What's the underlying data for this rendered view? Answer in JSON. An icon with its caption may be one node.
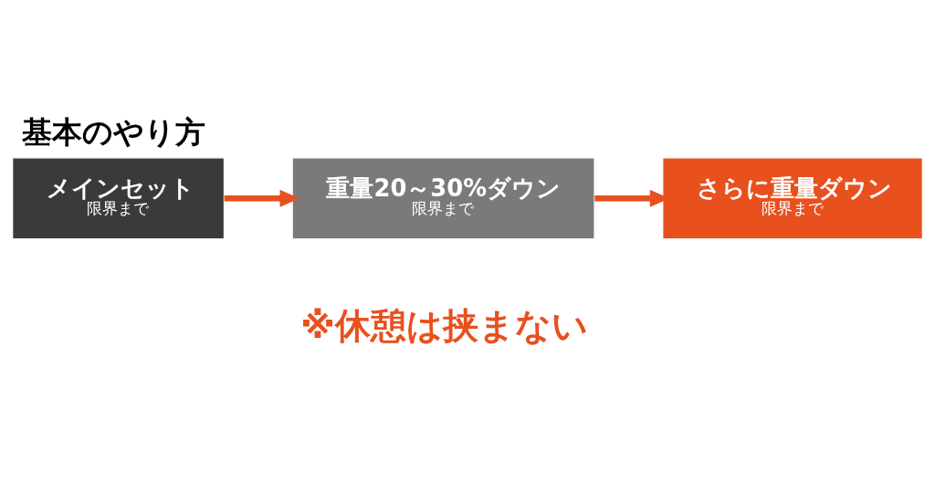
{
  "diagram": {
    "title": "基本のやり方",
    "nodes": [
      {
        "text": [
          "メインセット",
          "限界まで"
        ]
      },
      {
        "text": [
          "重量20～30%ダウン",
          "限界まで"
        ]
      },
      {
        "text": [
          "さらに重量ダウン",
          "限界まで"
        ]
      }
    ],
    "edges": [
      {
        "from": 0,
        "to": 1,
        "arrow": "to",
        "color": "#e8501e"
      },
      {
        "from": 1,
        "to": 2,
        "arrow": "to",
        "color": "#e8501e"
      }
    ],
    "labels": [
      "※休憩は挟まない"
    ]
  }
}
